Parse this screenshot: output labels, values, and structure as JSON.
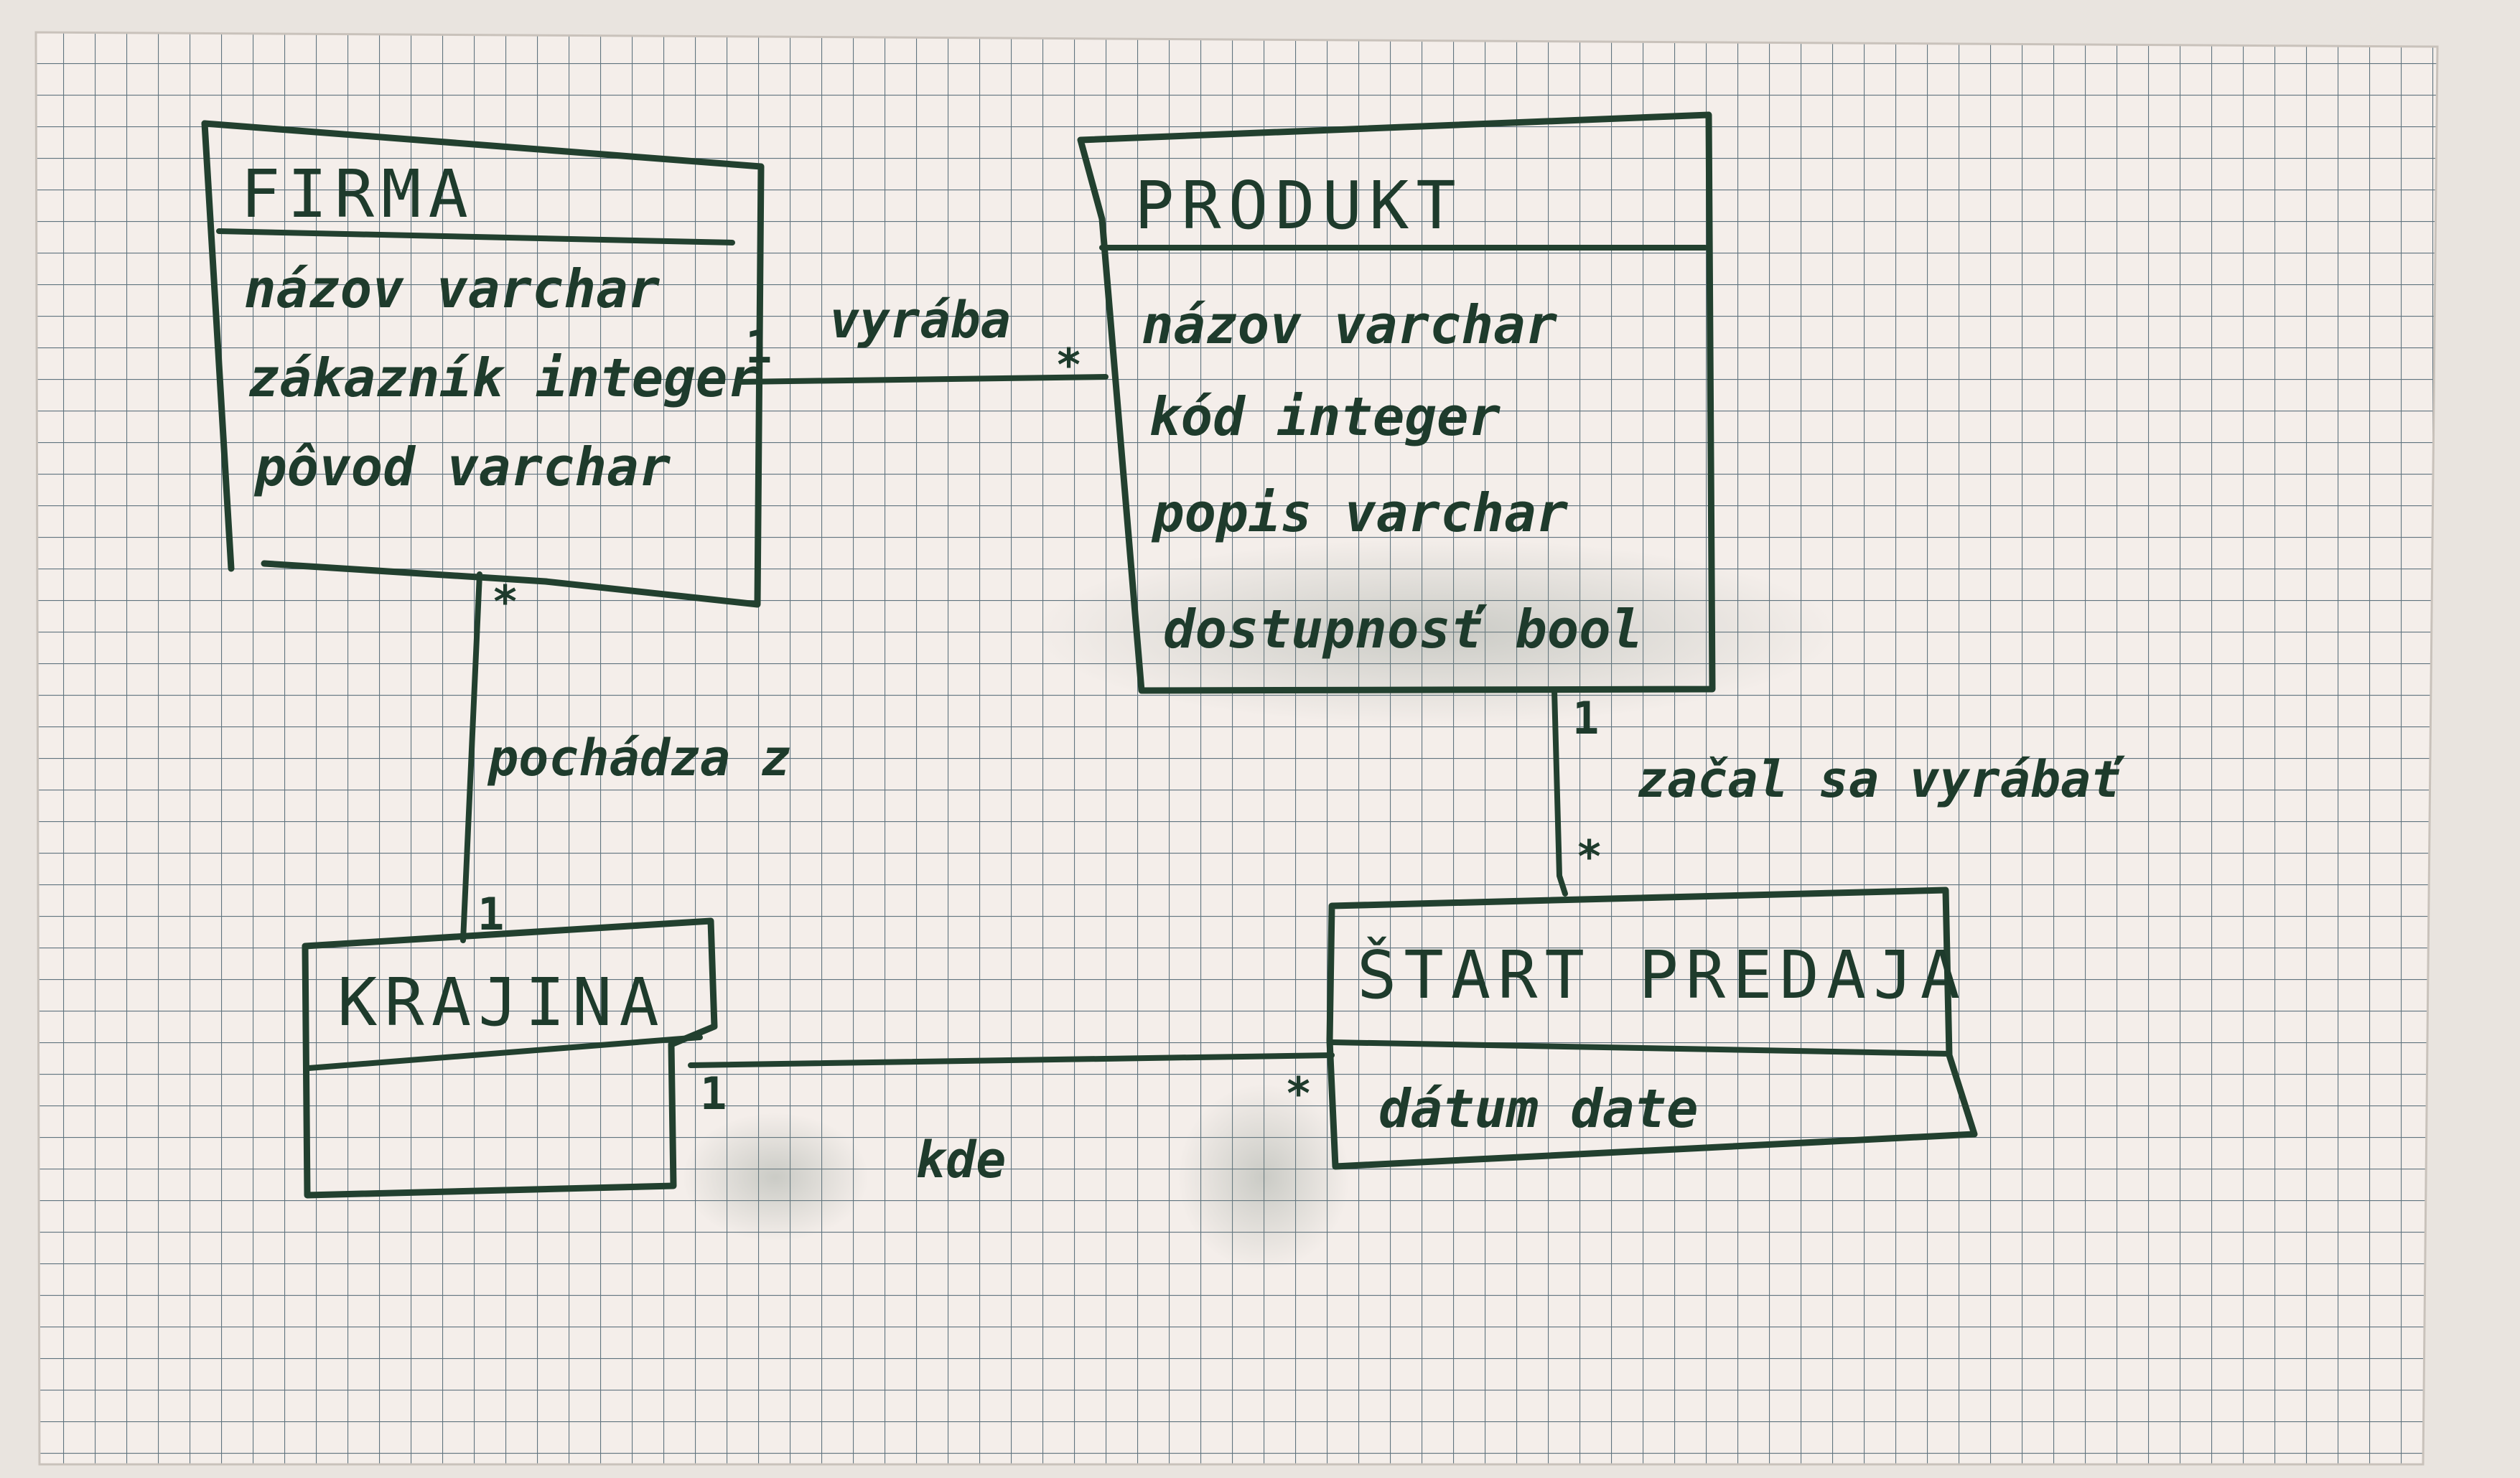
{
  "diagram": {
    "classes": {
      "firma": {
        "name": "FIRMA",
        "attributes": [
          "názov varchar",
          "zákazník integer",
          "pôvod varchar"
        ]
      },
      "produkt": {
        "name": "PRODUKT",
        "attributes": [
          "názov varchar",
          "kód integer",
          "popis varchar",
          "dostupnosť bool"
        ]
      },
      "krajina": {
        "name": "KRAJINA",
        "attributes": []
      },
      "start_predaja": {
        "name": "ŠTART PREDAJA",
        "attributes": [
          "dátum date"
        ]
      }
    },
    "associations": {
      "firma_produkt": {
        "label": "vyrába",
        "mult_firma": "1",
        "mult_produkt": "*"
      },
      "firma_krajina": {
        "label": "pochádza z",
        "mult_firma": "*",
        "mult_krajina": "1"
      },
      "produkt_start": {
        "label": "začal sa vyrábať",
        "mult_produkt": "1",
        "mult_start": "*"
      },
      "krajina_start": {
        "label": "kde",
        "mult_krajina": "1",
        "mult_start": "*"
      }
    }
  }
}
